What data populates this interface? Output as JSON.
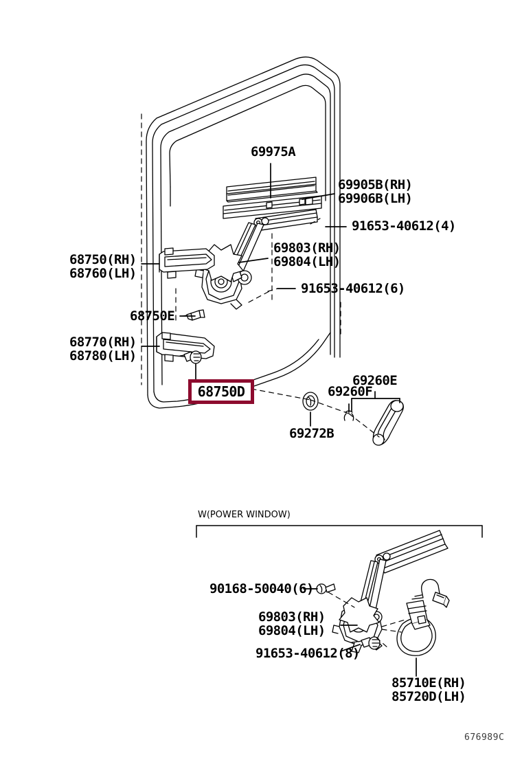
{
  "diagram": {
    "code": "676989C",
    "highlight_color": "#8d0b2e",
    "sections": {
      "lower_title": "W(POWER WINDOW)"
    }
  },
  "upper": {
    "labels": {
      "glass": "69975A",
      "belt_moulding_rh": "69905B(RH)",
      "belt_moulding_lh": "69906B(LH)",
      "screw_4": "91653-40612(4)",
      "regulator_rh": "69803(RH)",
      "regulator_lh": "69804(LH)",
      "screw_6": "91653-40612(6)",
      "upper_rail_rh": "68750(RH)",
      "upper_rail_lh": "68760(LH)",
      "clip_e": "68750E",
      "lower_rail_rh": "68770(RH)",
      "lower_rail_lh": "68780(LH)",
      "highlighted": "68750D",
      "handle": "69260E",
      "handle_clip": "69260F",
      "escutcheon": "69272B"
    }
  },
  "lower": {
    "labels": {
      "title": "W(POWER WINDOW)",
      "bolt_6": "90168-50040(6)",
      "regulator_rh": "69803(RH)",
      "regulator_lh": "69804(LH)",
      "screw_8": "91653-40612(8)",
      "motor_rh": "85710E(RH)",
      "motor_lh": "85720D(LH)"
    }
  }
}
